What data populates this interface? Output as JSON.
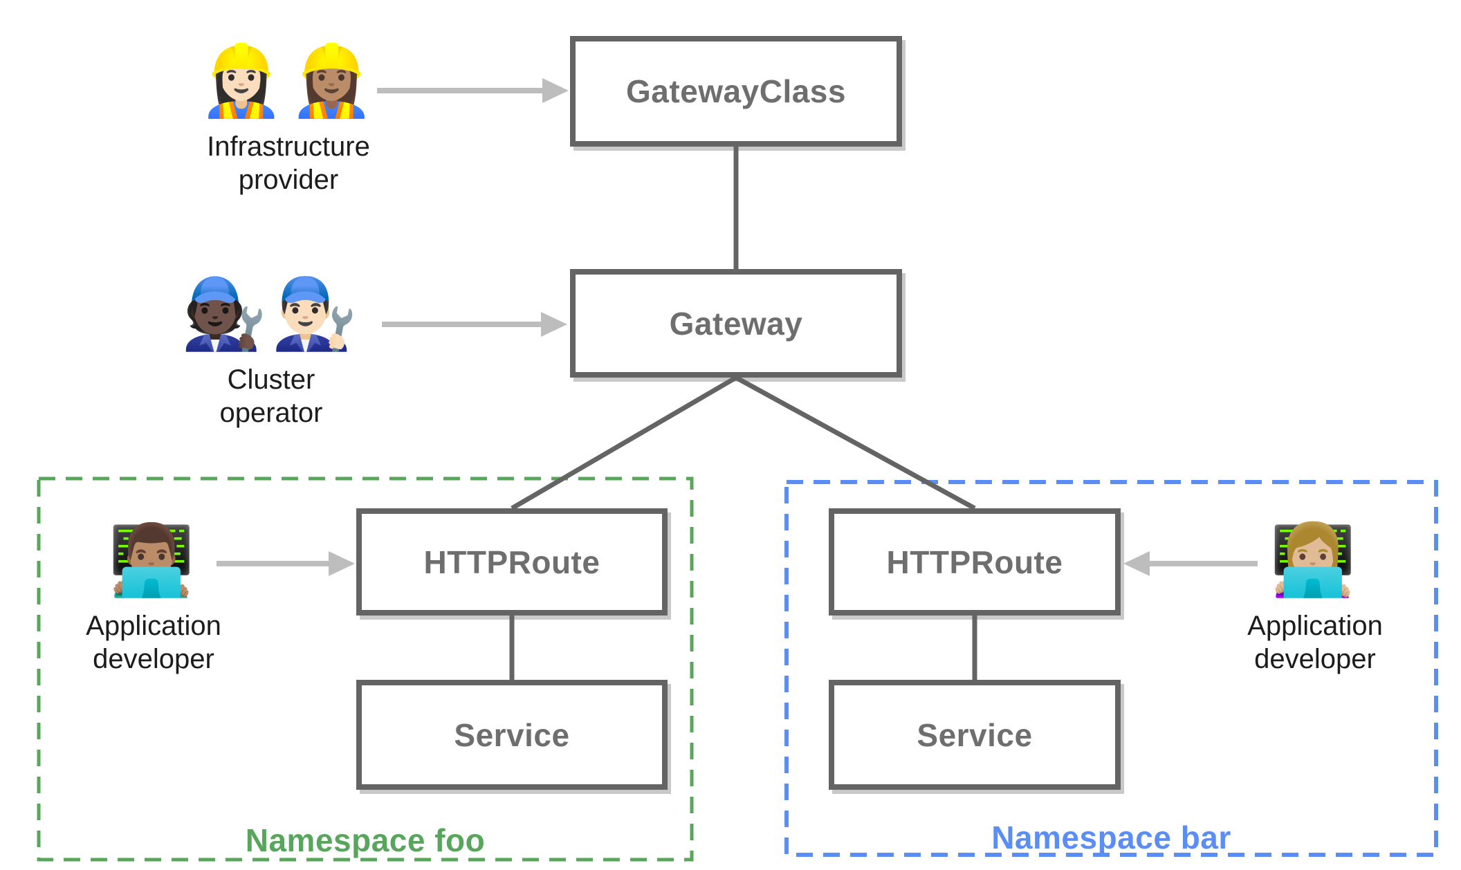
{
  "diagram": {
    "description": "Kubernetes Gateway API resource model diagram"
  },
  "nodes": {
    "gateway_class": {
      "label": "GatewayClass"
    },
    "gateway": {
      "label": "Gateway"
    },
    "httproute_foo": {
      "label": "HTTPRoute"
    },
    "service_foo": {
      "label": "Service"
    },
    "httproute_bar": {
      "label": "HTTPRoute"
    },
    "service_bar": {
      "label": "Service"
    }
  },
  "actors": {
    "infrastructure_provider": {
      "emoji": "👷🏻‍♀️👷🏽‍♀️",
      "label_line1": "Infrastructure",
      "label_line2": "provider"
    },
    "cluster_operator": {
      "emoji": "🧑🏿‍🔧👨🏻‍🔧",
      "label_line1": "Cluster",
      "label_line2": "operator"
    },
    "app_developer_foo": {
      "emoji": "👨🏽‍💻",
      "label_line1": "Application",
      "label_line2": "developer"
    },
    "app_developer_bar": {
      "emoji": "👩🏼‍💻",
      "label_line1": "Application",
      "label_line2": "developer"
    }
  },
  "namespaces": {
    "foo": {
      "label": "Namespace foo",
      "color": "#58a55c"
    },
    "bar": {
      "label": "Namespace bar",
      "color": "#5b8df6"
    }
  },
  "colors": {
    "box_border": "#646464",
    "box_text": "#6e6e6e",
    "connector": "#646464",
    "arrow": "#bdbdbd",
    "caption_text": "#1c1c1c",
    "background": "#ffffff"
  }
}
